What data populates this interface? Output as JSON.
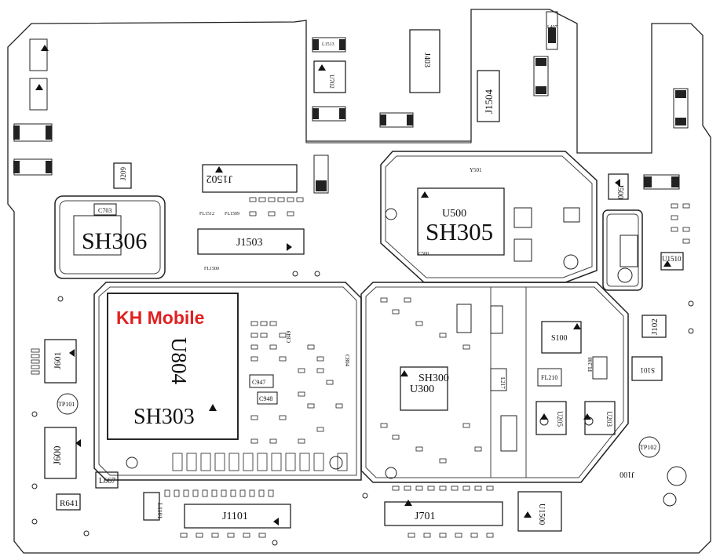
{
  "watermark": "KH Mobile",
  "colors": {
    "watermark": "#e02020",
    "ink": "#111111",
    "chip": "#ffffff"
  },
  "labels": {
    "u804": "U804",
    "sh303": "SH303",
    "sh306": "SH306",
    "u500": "U500",
    "sh305": "SH305",
    "sh300": "SH300",
    "u300": "U300",
    "j1503": "J1503",
    "j1502": "J1502",
    "j1101": "J1101",
    "j701": "J701",
    "j1504": "J1504",
    "j403": "J403",
    "j601": "J601",
    "j600": "J600",
    "j102": "J102",
    "j100": "J100",
    "j500": "J500",
    "j209": "J209",
    "u1500": "U1500",
    "u1510": "U1510",
    "u702": "U702",
    "u205": "U205",
    "u203": "U203",
    "s100": "S100",
    "s101": "S101",
    "r641": "R641",
    "l667": "L667",
    "tp101": "TP101",
    "tp102": "TP102",
    "c947": "C947",
    "c948": "C948",
    "c703": "C703",
    "fl210": "FL210",
    "fl208": "FL208",
    "fl1500": "FL1500",
    "fl1509": "FL1509",
    "fl1512": "FL1512",
    "y501": "Y501",
    "l1101": "L1101",
    "c849": "C849",
    "c804": "C804",
    "l217": "L217",
    "c500": "C500",
    "l407": "L407",
    "l1513": "L1513"
  }
}
